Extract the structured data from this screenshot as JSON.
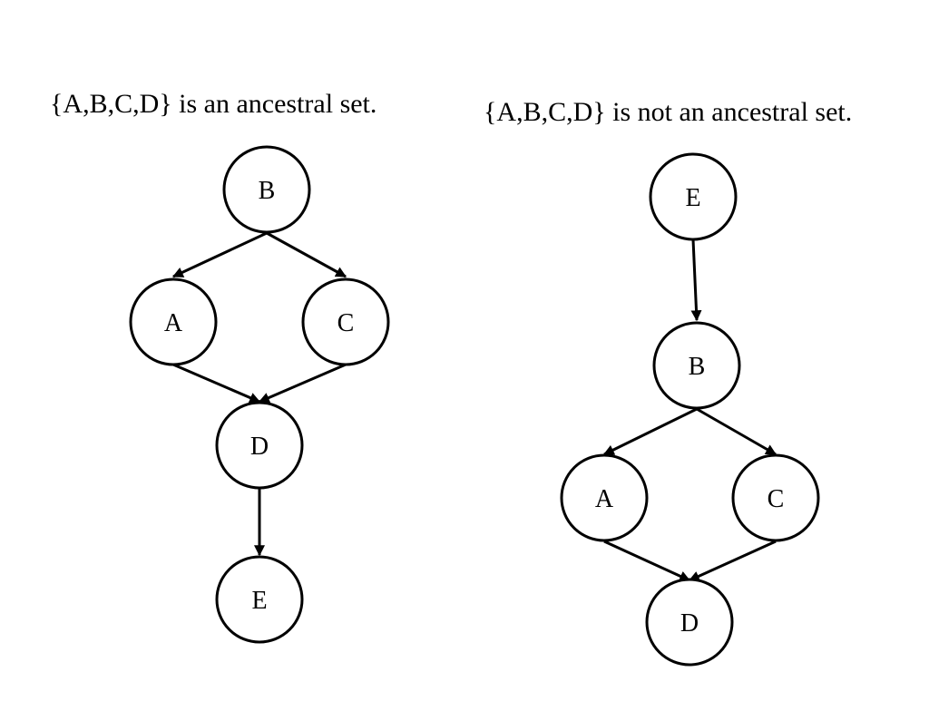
{
  "colors": {
    "background": "#ffffff",
    "stroke": "#000000",
    "text": "#000000"
  },
  "left_graph": {
    "caption": "{A,B,C,D} is an ancestral set.",
    "nodes": {
      "B": "B",
      "A": "A",
      "C": "C",
      "D": "D",
      "E": "E"
    },
    "edges": [
      [
        "B",
        "A"
      ],
      [
        "B",
        "C"
      ],
      [
        "A",
        "D"
      ],
      [
        "C",
        "D"
      ],
      [
        "D",
        "E"
      ]
    ]
  },
  "right_graph": {
    "caption": "{A,B,C,D} is not an ancestral set.",
    "nodes": {
      "E": "E",
      "B": "B",
      "A": "A",
      "C": "C",
      "D": "D"
    },
    "edges": [
      [
        "E",
        "B"
      ],
      [
        "B",
        "A"
      ],
      [
        "B",
        "C"
      ],
      [
        "A",
        "D"
      ],
      [
        "C",
        "D"
      ]
    ]
  }
}
